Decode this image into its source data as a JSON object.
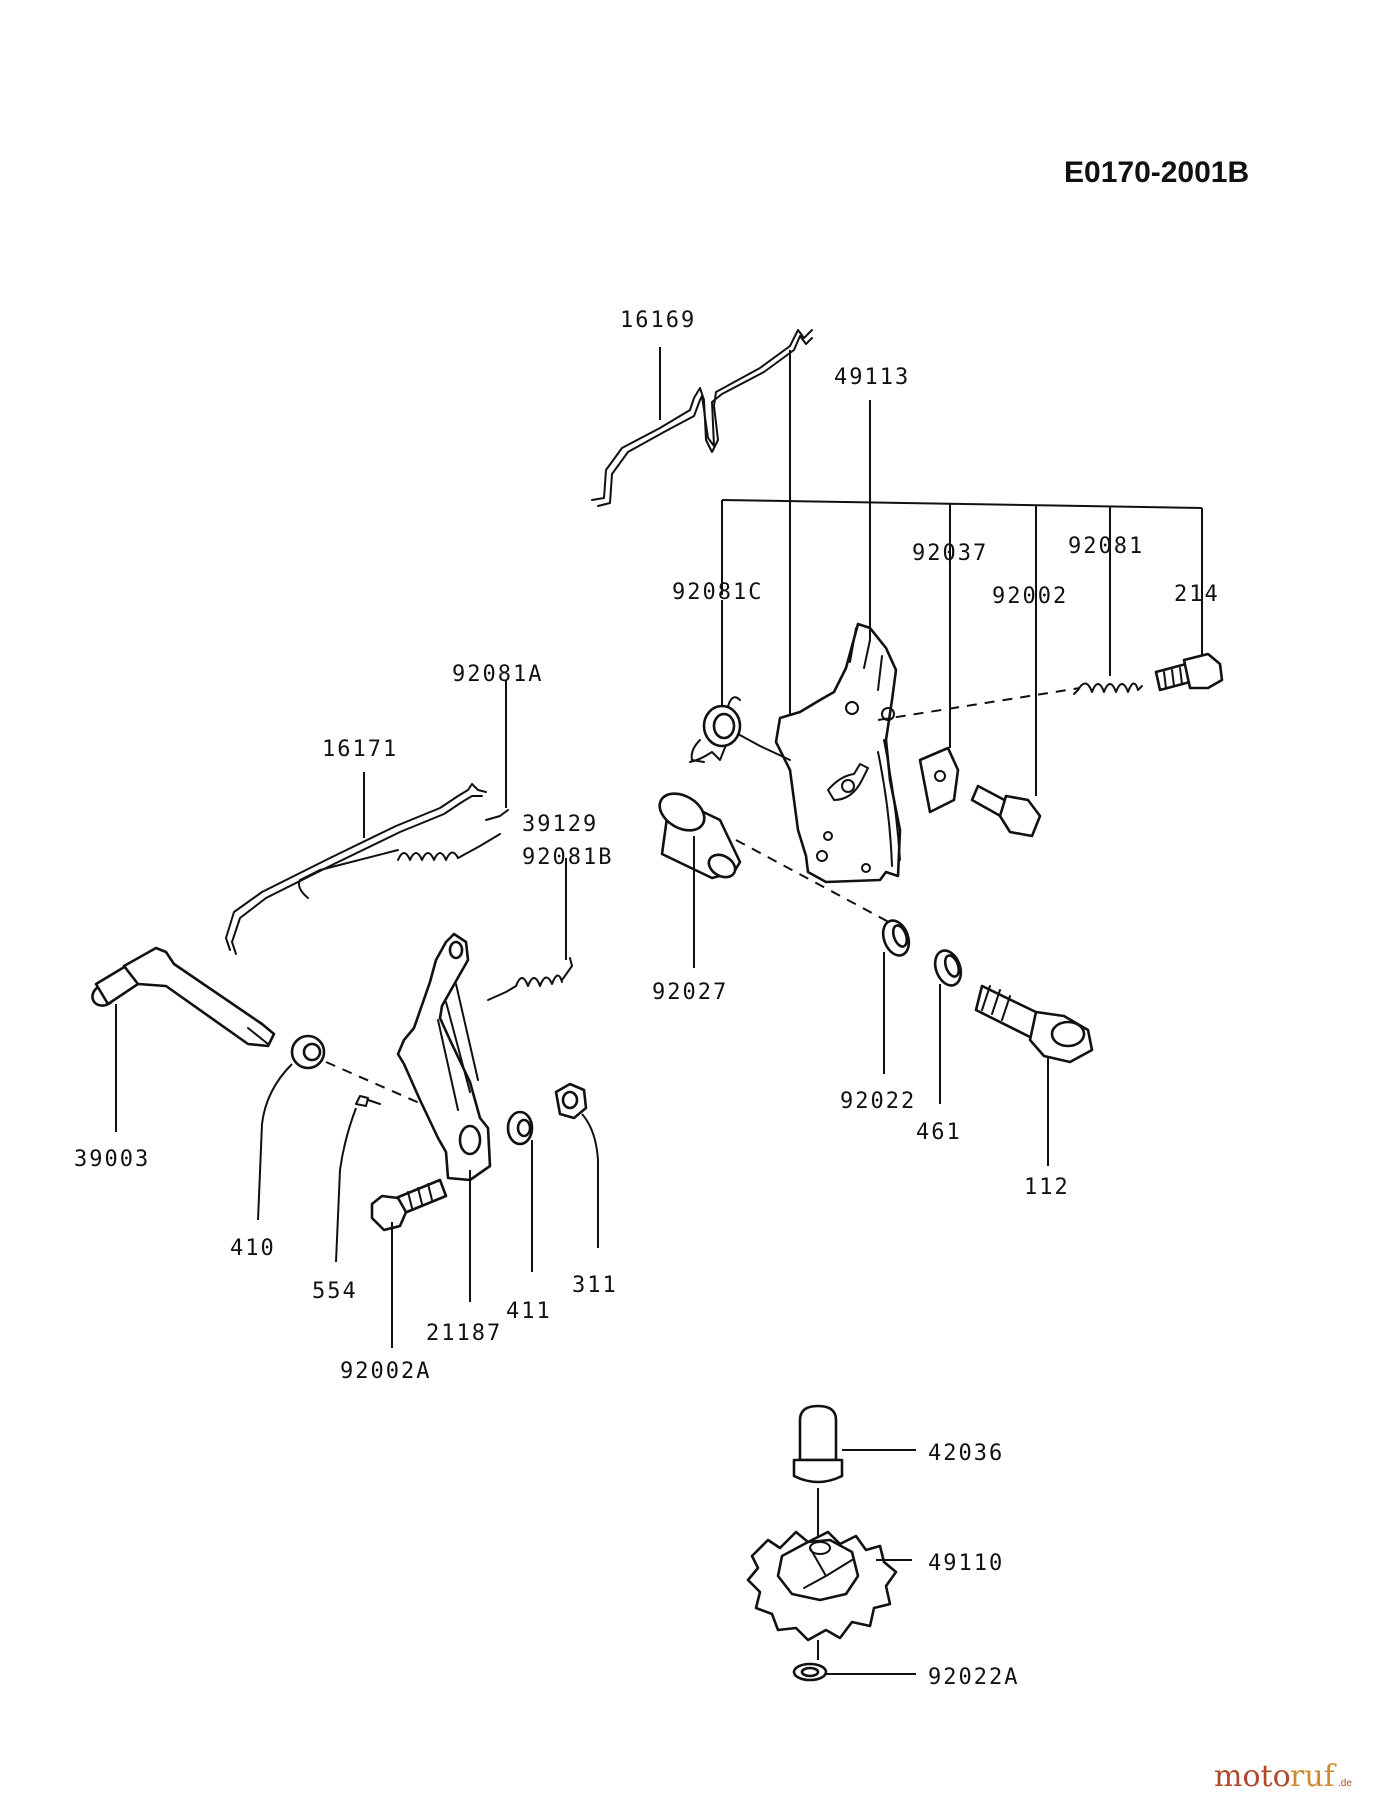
{
  "drawing_number": "E0170-2001B",
  "watermark": {
    "brand": "motoruf",
    "suffix": ".de"
  },
  "callouts": {
    "p16169": "16169",
    "p49113": "49113",
    "p92037": "92037",
    "p92081": "92081",
    "p92081C": "92081C",
    "p92002": "92002",
    "p214": "214",
    "p92081A": "92081A",
    "p16171": "16171",
    "p39129": "39129",
    "p92081B": "92081B",
    "p92027": "92027",
    "p39003": "39003",
    "p92022": "92022",
    "p461": "461",
    "p112": "112",
    "p410": "410",
    "p554": "554",
    "p311": "311",
    "p411": "411",
    "p21187": "21187",
    "p92002A": "92002A",
    "p42036": "42036",
    "p49110": "49110",
    "p92022A": "92022A"
  }
}
